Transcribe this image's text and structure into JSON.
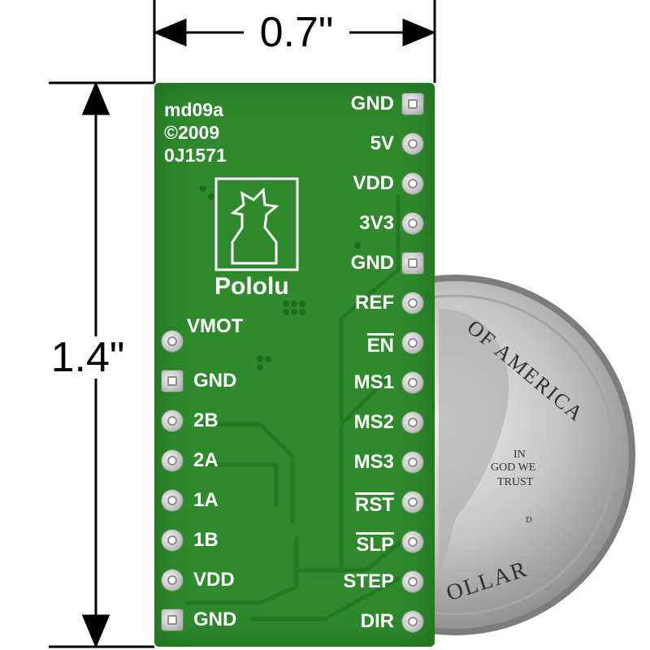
{
  "dimensions": {
    "width": "0.7\"",
    "height": "1.4\""
  },
  "board": {
    "model": "md09a",
    "copyright": "©2009",
    "serial": "0J1571",
    "logo_text": "Pololu",
    "right_pins": [
      {
        "label": "GND",
        "shape": "square",
        "overline": false
      },
      {
        "label": "5V",
        "shape": "round",
        "overline": false
      },
      {
        "label": "VDD",
        "shape": "round",
        "overline": false
      },
      {
        "label": "3V3",
        "shape": "round",
        "overline": false
      },
      {
        "label": "GND",
        "shape": "square",
        "overline": false
      },
      {
        "label": "REF",
        "shape": "round",
        "overline": false
      },
      {
        "label": "EN",
        "shape": "round",
        "overline": true
      },
      {
        "label": "MS1",
        "shape": "round",
        "overline": false
      },
      {
        "label": "MS2",
        "shape": "round",
        "overline": false
      },
      {
        "label": "MS3",
        "shape": "round",
        "overline": false
      },
      {
        "label": "RST",
        "shape": "round",
        "overline": true
      },
      {
        "label": "SLP",
        "shape": "round",
        "overline": true
      },
      {
        "label": "STEP",
        "shape": "round",
        "overline": false
      },
      {
        "label": "DIR",
        "shape": "round",
        "overline": false
      }
    ],
    "left_pins": [
      {
        "label": "VMOT",
        "shape": "round"
      },
      {
        "label": "GND",
        "shape": "square"
      },
      {
        "label": "2B",
        "shape": "round"
      },
      {
        "label": "2A",
        "shape": "round"
      },
      {
        "label": "1A",
        "shape": "round"
      },
      {
        "label": "1B",
        "shape": "round"
      },
      {
        "label": "VDD",
        "shape": "round"
      },
      {
        "label": "GND",
        "shape": "square"
      }
    ]
  },
  "coin": {
    "arc_text": "OF AMERICA",
    "motto_line1": "IN",
    "motto_line2": "GOD WE",
    "motto_line3": "TRUST",
    "mint_mark": "D",
    "bottom_text": "OLLAR"
  },
  "colors": {
    "pcb": "#2e8a2c",
    "silkscreen": "#ffffff",
    "coin": "#c9c9c9"
  }
}
